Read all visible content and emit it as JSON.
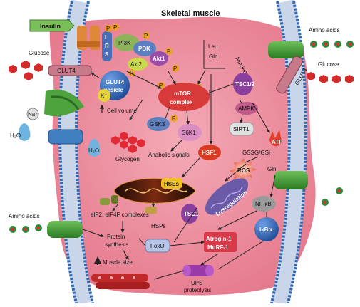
{
  "title": "Skeletal muscle",
  "labels": {
    "insulin": "Insulin",
    "amino_acids_top": "Amino acids",
    "amino_acids_left": "Amino acids",
    "glucose_left": "Glucose",
    "glucose_right": "Glucose",
    "irs_i": "I",
    "irs_r": "R",
    "irs_s": "S",
    "pi3k": "PI3K",
    "pdk": "PDK",
    "akt1": "Akt1",
    "akt2": "Akt2",
    "p": "P",
    "leu": "Leu",
    "gln_top": "Gln",
    "nutrients": "Nutrients",
    "glut4_left": "GLUT4",
    "glut4_right": "GLUT4",
    "glut4_vesicle_1": "GLUT4",
    "glut4_vesicle_2": "vesicle",
    "mtor_1": "mTOR",
    "mtor_2": "complex",
    "tsc12": "TSC1/2",
    "ampk": "AMPK",
    "k_plus": "K⁺",
    "na_plus": "Na⁺",
    "cell_volume": "Cell volume",
    "h2o_out": "H₂O",
    "h2o_in": "H₂O",
    "gsk3": "GSK3",
    "s6k1": "S6K1",
    "sirt1": "SIRT1",
    "atp": "ATP",
    "glycogen": "Glycogen",
    "anabolic_signals": "Anabolic signals",
    "hsf1": "HSF1",
    "gssg_gsh": "GSSG/GSH",
    "ros": "ROS",
    "gln_mid": "Gln",
    "hses": "HSEs",
    "dysregulation": "Dysregulation",
    "nfkb": "NF-κB",
    "eif": "eIF2, eIF4F complexes",
    "hsps": "HSPs",
    "tsc1": "TSC1",
    "ikba": "IκBα",
    "protein_1": "Protein",
    "protein_2": "synthesis",
    "foxo": "FoxO",
    "atrogin": "Atrogin-1",
    "murf": "MuRF-1",
    "muscle_size": "Muscle size",
    "ups_1": "UPS",
    "ups_2": "proteolysis"
  },
  "colors": {
    "muscle": "#e67a8a",
    "membrane_head": "#2f67b4",
    "mtor": "#d83a3a",
    "glut4_vesicle": "#2f5aa8",
    "sirt1": "#e0e0e0",
    "s6k1": "#dc8fc3",
    "tsc": "#8a3f9f",
    "nfkb": "#9a9a9a",
    "ikba": "#3d79c9",
    "foxo": "#b7c5e6",
    "atrogin": "#d83a4a",
    "hsf1": "#d93b22",
    "glycogen": "#e02a36",
    "channel": "#3f8f2f",
    "pi3k": "#8db35a",
    "akt": "#9a4da8",
    "phospho": "#f0a020"
  }
}
